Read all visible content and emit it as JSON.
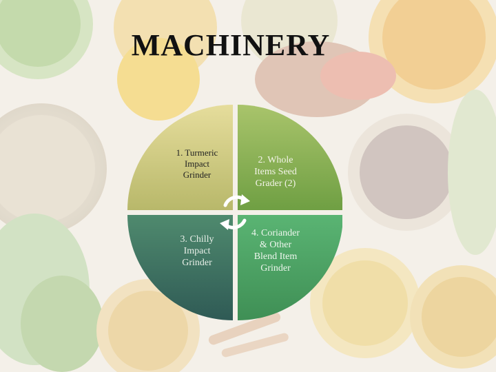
{
  "slide": {
    "title": "MACHINERY"
  },
  "diagram": {
    "type": "quadrant-cycle",
    "quadrants": [
      {
        "label": "1.  Turmeric\nImpact\nGrinder",
        "color_top": "#e6dd9c",
        "color_bottom": "#b8b86a"
      },
      {
        "label": "2. Whole\nItems Seed\nGrader (2)",
        "color_top": "#a9c46b",
        "color_bottom": "#6f9f43"
      },
      {
        "label": "3.  Chilly\nImpact\nGrinder",
        "color_top": "#4f8a6e",
        "color_bottom": "#2f5a55"
      },
      {
        "label": "4. Coriander\n& Other\nBlend Item\nGrinder",
        "color_top": "#5ab473",
        "color_bottom": "#3f8f55"
      }
    ],
    "center_icon": "cycle-arrows-icon"
  }
}
